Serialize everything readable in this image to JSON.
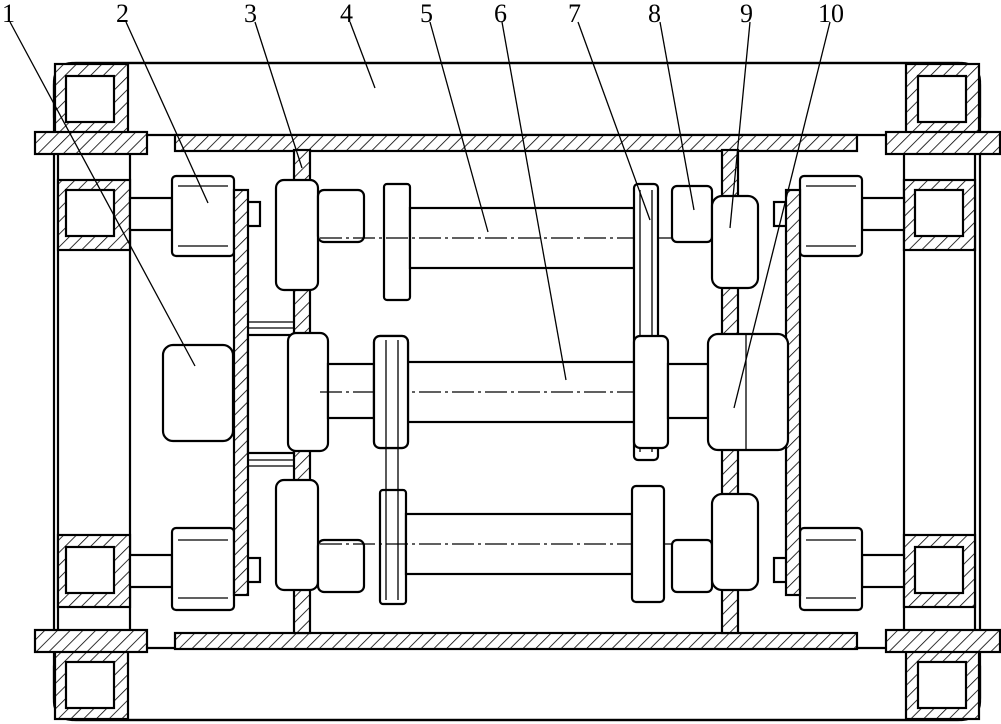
{
  "drawing": {
    "callouts": [
      {
        "id": "1",
        "text": "1"
      },
      {
        "id": "2",
        "text": "2"
      },
      {
        "id": "3",
        "text": "3"
      },
      {
        "id": "4",
        "text": "4"
      },
      {
        "id": "5",
        "text": "5"
      },
      {
        "id": "6",
        "text": "6"
      },
      {
        "id": "7",
        "text": "7"
      },
      {
        "id": "8",
        "text": "8"
      },
      {
        "id": "9",
        "text": "9"
      },
      {
        "id": "10",
        "text": "10"
      }
    ],
    "colors": {
      "line": "#000000",
      "background": "#ffffff"
    }
  }
}
